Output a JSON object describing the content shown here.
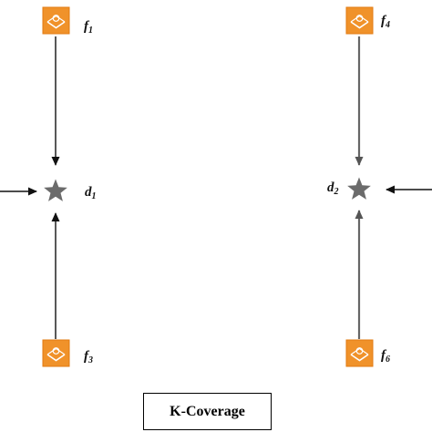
{
  "colors": {
    "fog_node": "#f0922a",
    "fog_node_border": "#e27b12",
    "star": "#6b6b6b",
    "edge_dark": "#111111",
    "edge_gray": "#666666"
  },
  "icons": {
    "fog_node": "fog-node-icon",
    "data_point": "star-icon"
  },
  "nodes": {
    "f1": {
      "name": "f",
      "sub": "1"
    },
    "f3": {
      "name": "f",
      "sub": "3"
    },
    "f4": {
      "name": "f",
      "sub": "4"
    },
    "f6": {
      "name": "f",
      "sub": "6"
    },
    "d1": {
      "name": "d",
      "sub": "1"
    },
    "d2": {
      "name": "d",
      "sub": "2"
    }
  },
  "caption": "K-Coverage"
}
